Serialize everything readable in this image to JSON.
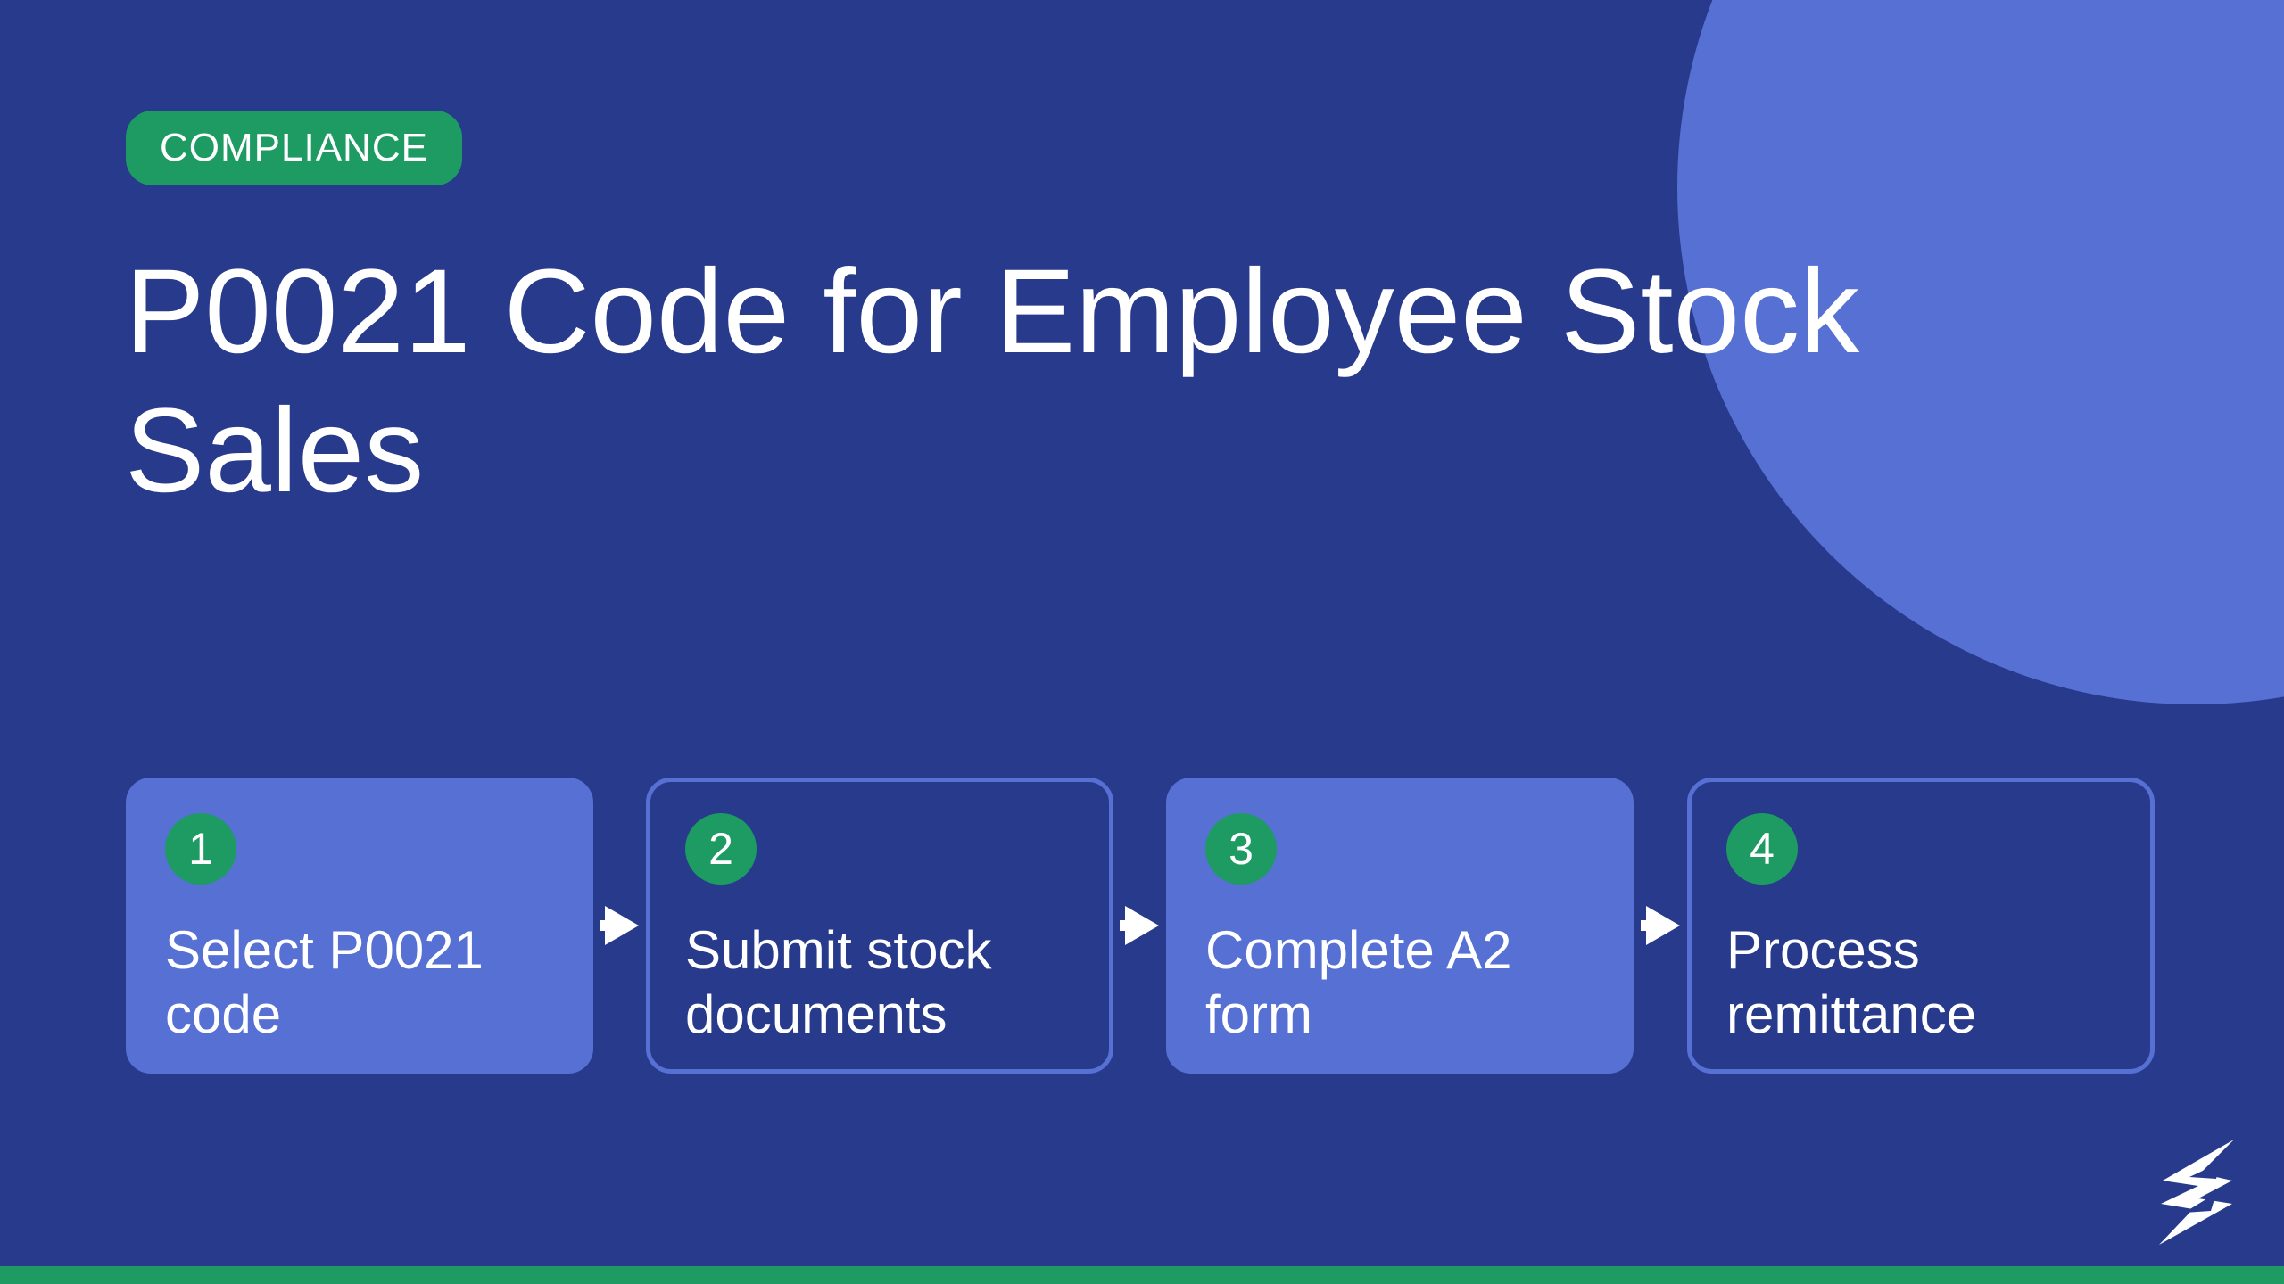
{
  "badge": {
    "label": "COMPLIANCE"
  },
  "title": "P0021 Code for Employee Stock Sales",
  "steps": [
    {
      "number": "1",
      "label": "Select P0021 code"
    },
    {
      "number": "2",
      "label": "Submit stock documents"
    },
    {
      "number": "3",
      "label": "Complete A2 form"
    },
    {
      "number": "4",
      "label": "Process remittance"
    }
  ],
  "colors": {
    "background": "#283A8B",
    "accent_blue": "#5670D4",
    "accent_green": "#1D9B63",
    "text": "#FFFFFF"
  },
  "icons": {
    "connector": "arrow-right-icon",
    "logo": "brand-logo-icon"
  }
}
